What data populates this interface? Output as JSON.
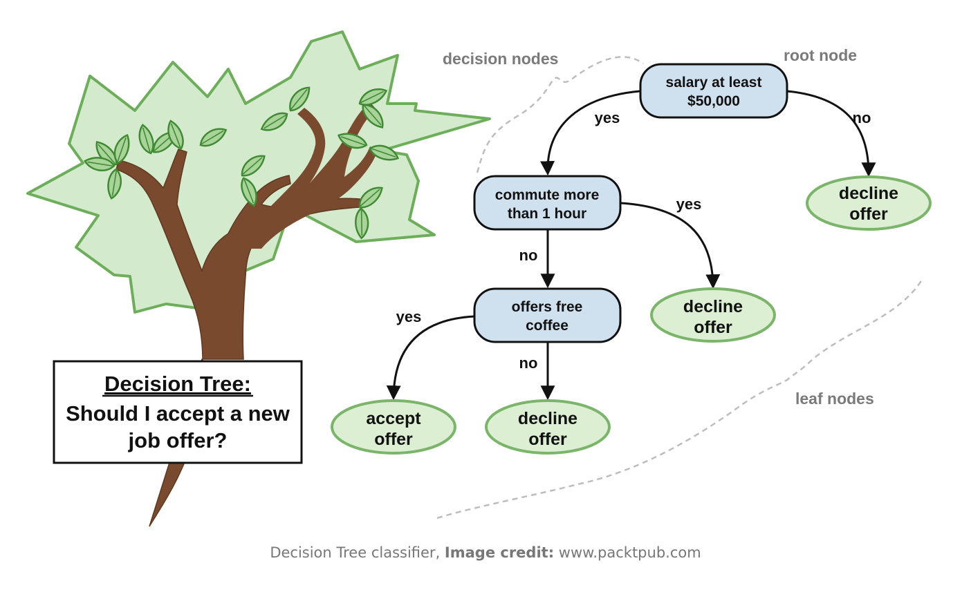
{
  "colors": {
    "decision_fill": "#cfe0ef",
    "leaf_fill": "#dcefd3",
    "leaf_stroke": "#7ab56a",
    "trunk": "#7a4a2e",
    "canopy_fill": "#d3ebcc",
    "canopy_stroke": "#6cae5a",
    "annotation": "#7a7a7a"
  },
  "annotations": {
    "decision_nodes": "decision nodes",
    "root_node": "root node",
    "leaf_nodes": "leaf nodes"
  },
  "title_box": {
    "line1": "Decision Tree:",
    "line2": "Should I accept a new",
    "line3": "job offer?"
  },
  "nodes": {
    "root": {
      "line1": "salary at least",
      "line2": "$50,000"
    },
    "commute": {
      "line1": "commute more",
      "line2": "than 1 hour"
    },
    "coffee": {
      "line1": "offers free",
      "line2": "coffee"
    }
  },
  "leaves": {
    "decline_salary": {
      "line1": "decline",
      "line2": "offer"
    },
    "decline_commute": {
      "line1": "decline",
      "line2": "offer"
    },
    "accept_coffee": {
      "line1": "accept",
      "line2": "offer"
    },
    "decline_coffee": {
      "line1": "decline",
      "line2": "offer"
    }
  },
  "edges": {
    "root_yes": "yes",
    "root_no": "no",
    "commute_yes": "yes",
    "commute_no": "no",
    "coffee_yes": "yes",
    "coffee_no": "no"
  },
  "caption": {
    "prefix": "Decision Tree classifier, ",
    "credit_label": "Image credit:",
    "credit_value": " www.packtpub.com"
  }
}
